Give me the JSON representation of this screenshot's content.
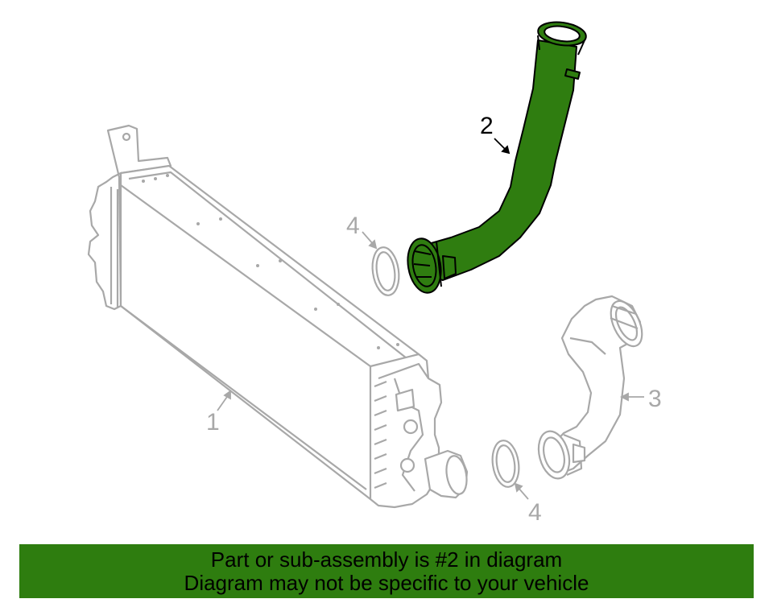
{
  "colors": {
    "highlight": "#2f7d10",
    "highlight_outline": "#000000",
    "linework": "#a8a8a8",
    "banner_bg": "#2e7d0f"
  },
  "callouts": {
    "intercooler": "1",
    "pipe": "2",
    "hose": "3",
    "seal_upper": "4",
    "seal_lower": "4"
  },
  "banner": {
    "line1": "Part or sub-assembly is #2 in diagram",
    "line2": "Diagram may not be specific to your vehicle"
  }
}
